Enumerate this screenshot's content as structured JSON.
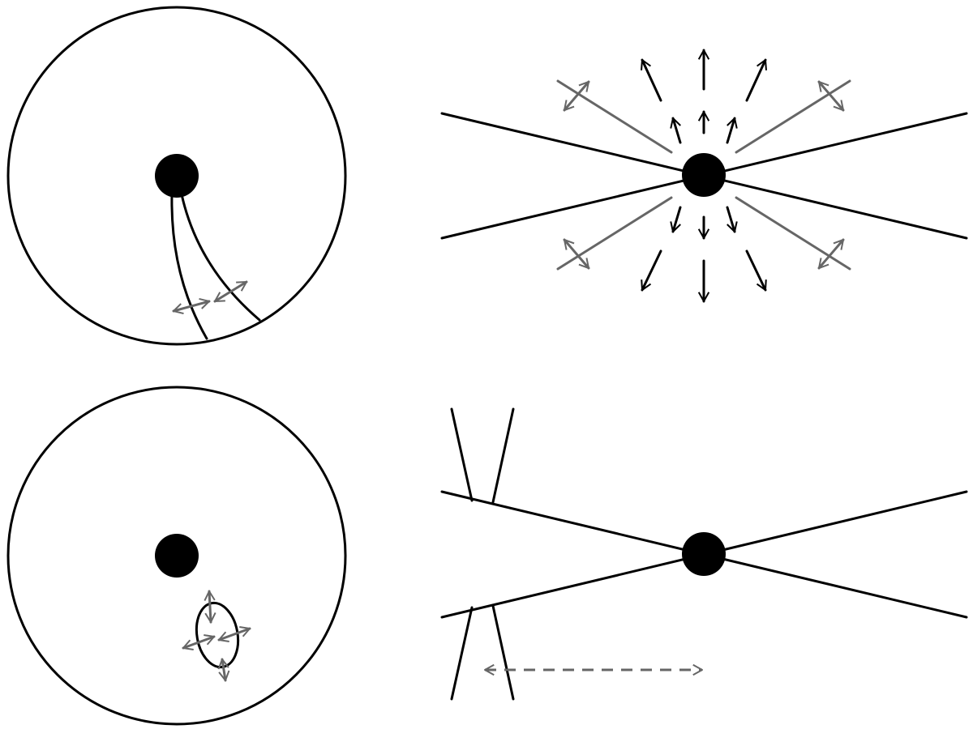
{
  "diagram": {
    "panels": [
      {
        "id": "top-left",
        "description_shown": false
      },
      {
        "id": "top-right",
        "description_shown": false
      },
      {
        "id": "bottom-left",
        "description_shown": false
      },
      {
        "id": "bottom-right",
        "description_shown": false
      }
    ],
    "colors": {
      "ink": "#000000",
      "arrows": "#666666",
      "background": "#ffffff"
    }
  }
}
